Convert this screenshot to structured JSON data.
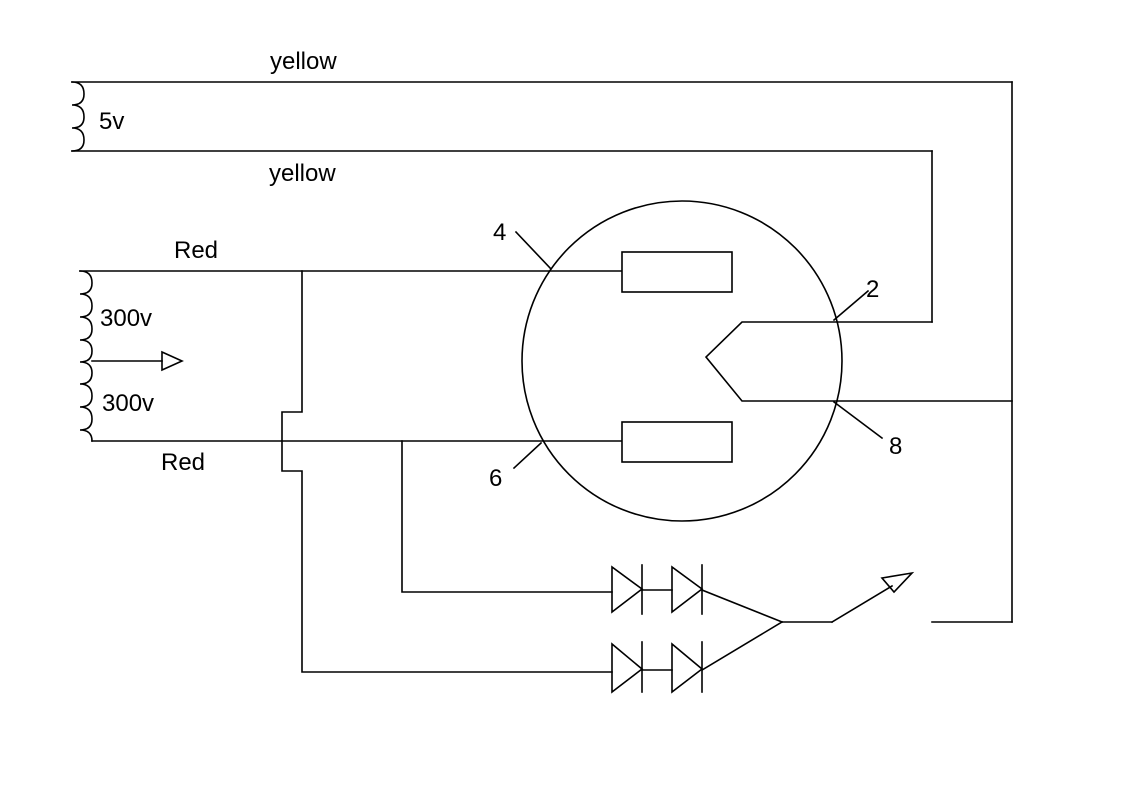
{
  "labels": {
    "wire_top": "yellow",
    "wire_second": "yellow",
    "heater_voltage": "5v",
    "red_top": "Red",
    "red_bottom": "Red",
    "hv_upper": "300v",
    "hv_lower": "300v",
    "pin_4": "4",
    "pin_2": "2",
    "pin_8": "8",
    "pin_6": "6"
  }
}
